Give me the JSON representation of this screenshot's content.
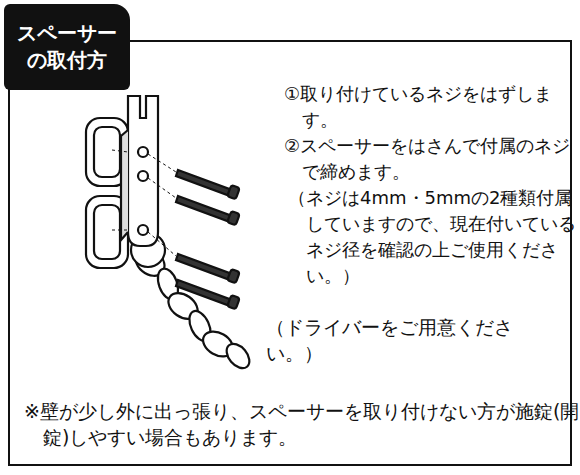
{
  "diagram": {
    "nodes": [
      {
        "text": [
          "①取り付けているネジをはずします。",
          "②スペーサーをはさんで付属のネジで締めます。",
          "（ネジは4mm・5mmの2種類付属していますので、現在付いているネジ径を確認の上ご使用ください。）",
          "（ドライバーをご用意ください。）",
          "※壁が少し外に出っ張り、スペーサーを取り付けない方が施錠(開錠)しやすい場合もあります。"
        ]
      },
      {
        "text": [
          "スペーサー の取付方"
        ],
        "in": 0
      }
    ]
  }
}
